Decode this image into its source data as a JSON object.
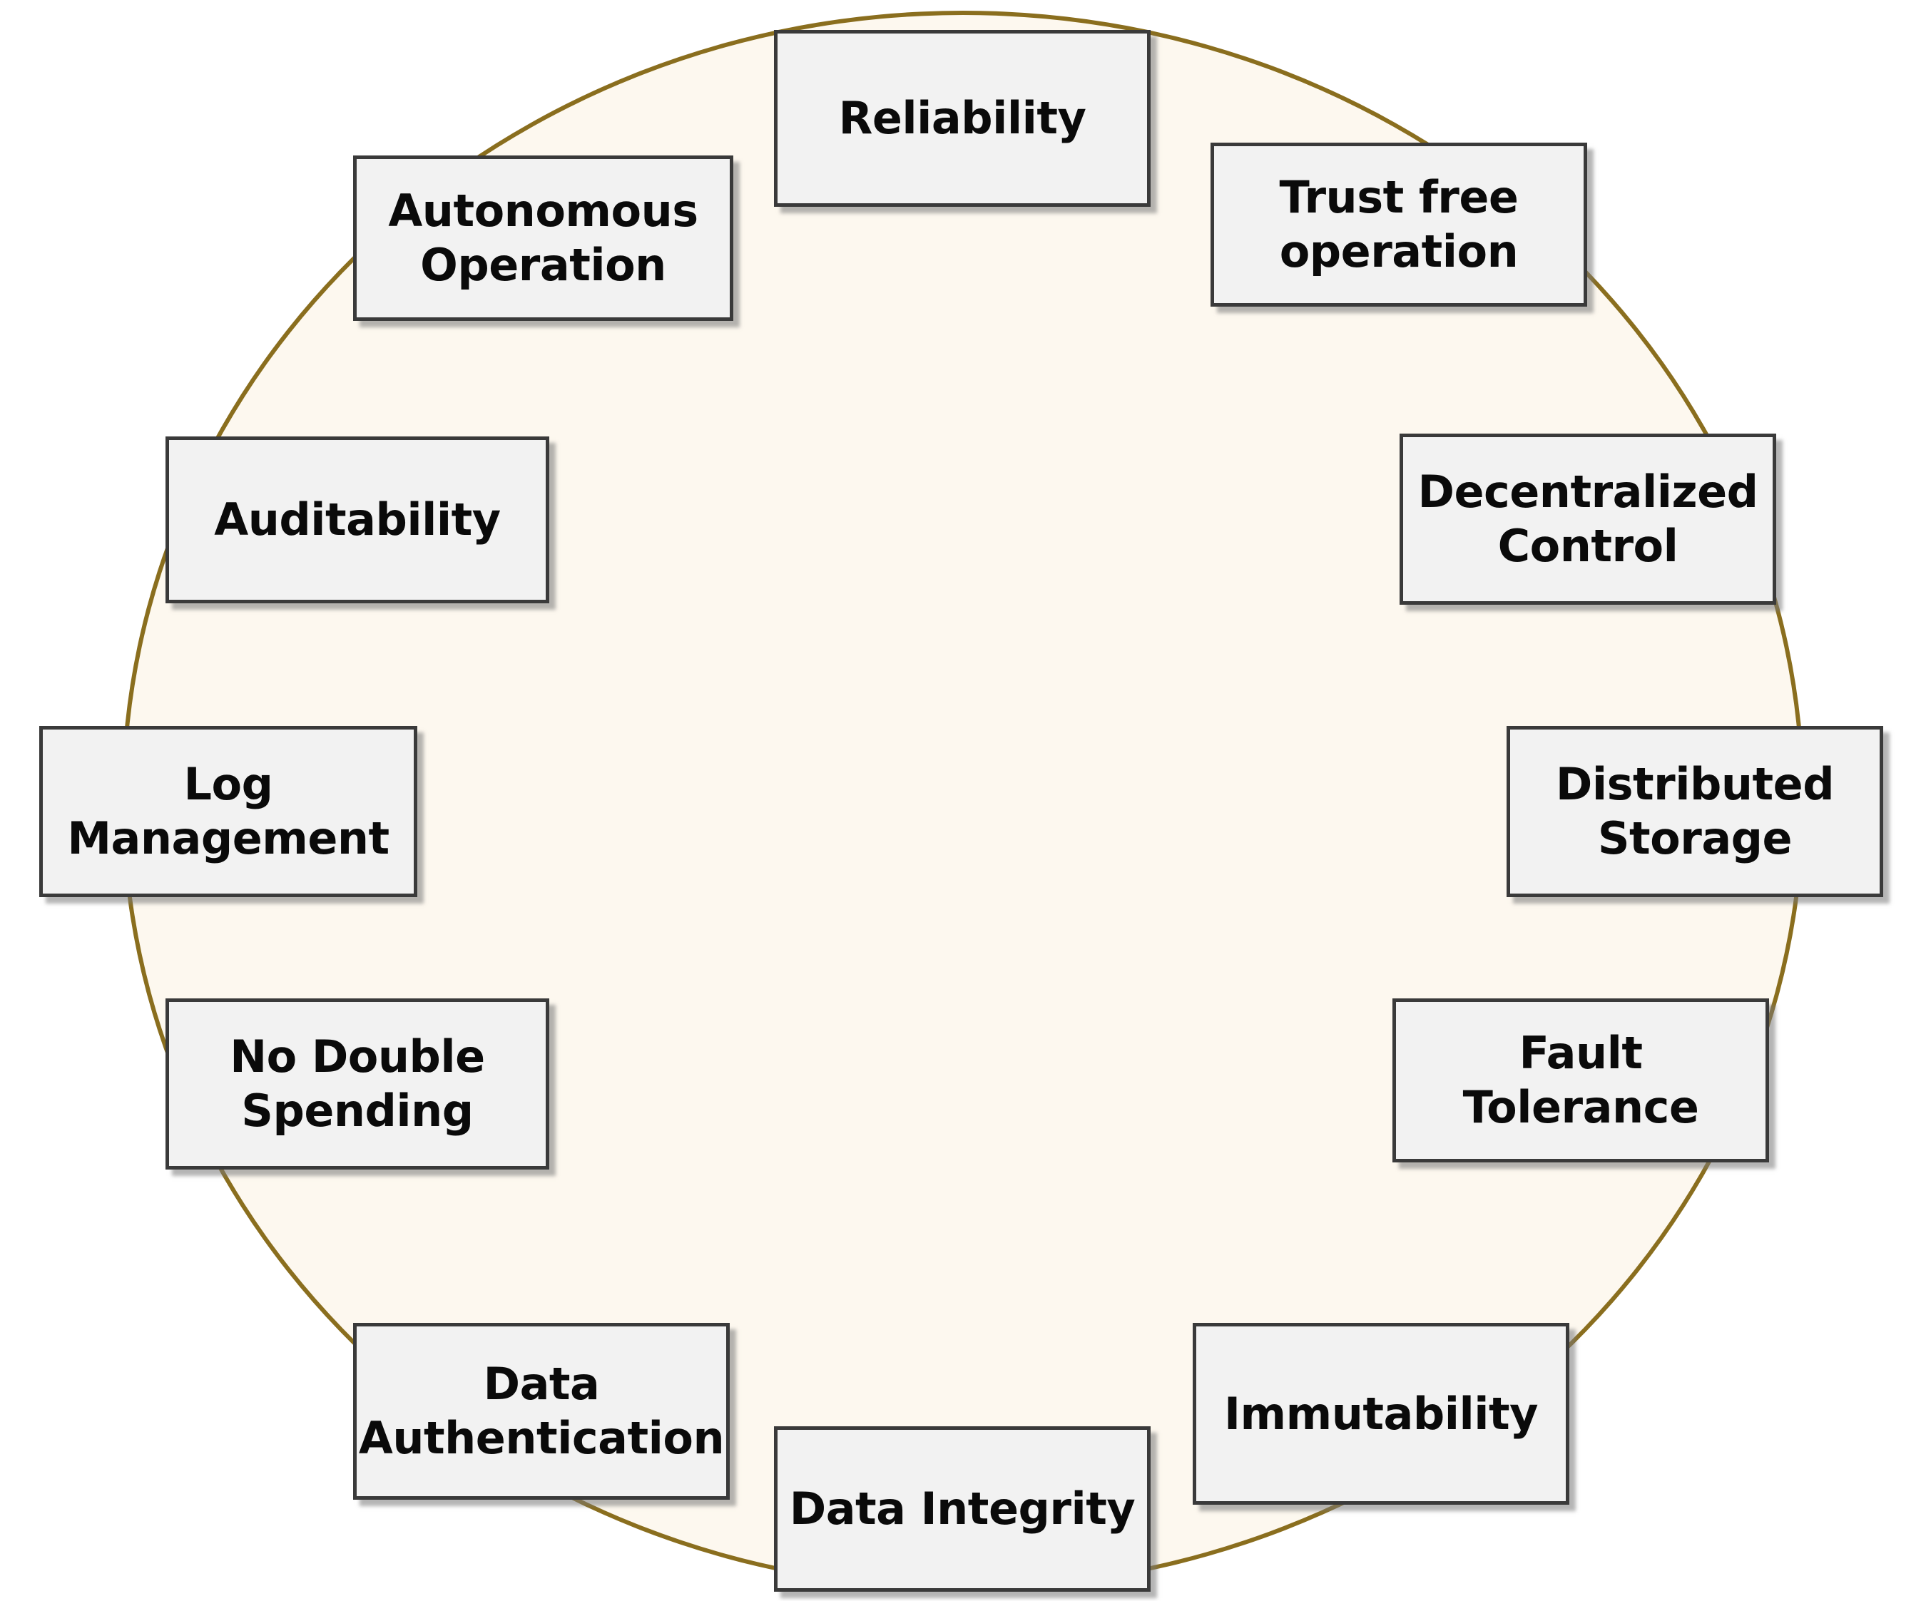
{
  "diagram": {
    "type": "circular-concept-ring",
    "center_shape": "ellipse",
    "colors": {
      "ring_border": "#8a6e1e",
      "ring_fill": "#fdf8ef",
      "node_fill": "#f2f2f2",
      "node_border": "#3a3a3a",
      "node_text": "#0a0a0a",
      "page_background": "#ffffff"
    },
    "nodes": [
      {
        "id": "reliability",
        "label": "Reliability",
        "position": "top"
      },
      {
        "id": "trust-free-operation",
        "label": "Trust free\noperation",
        "position": "top-right"
      },
      {
        "id": "decentralized-control",
        "label": "Decentralized\nControl",
        "position": "upper-right"
      },
      {
        "id": "distributed-storage",
        "label": "Distributed\nStorage",
        "position": "right"
      },
      {
        "id": "fault-tolerance",
        "label": "Fault Tolerance",
        "position": "lower-right"
      },
      {
        "id": "immutability",
        "label": "Immutability",
        "position": "bottom-right"
      },
      {
        "id": "data-integrity",
        "label": "Data Integrity",
        "position": "bottom"
      },
      {
        "id": "data-authentication",
        "label": "Data\nAuthentication",
        "position": "bottom-left"
      },
      {
        "id": "no-double-spending",
        "label": "No Double\nSpending",
        "position": "lower-left"
      },
      {
        "id": "log-management",
        "label": "Log\nManagement",
        "position": "left"
      },
      {
        "id": "auditability",
        "label": "Auditability",
        "position": "upper-left"
      },
      {
        "id": "autonomous-operation",
        "label": "Autonomous\nOperation",
        "position": "top-left"
      }
    ]
  }
}
